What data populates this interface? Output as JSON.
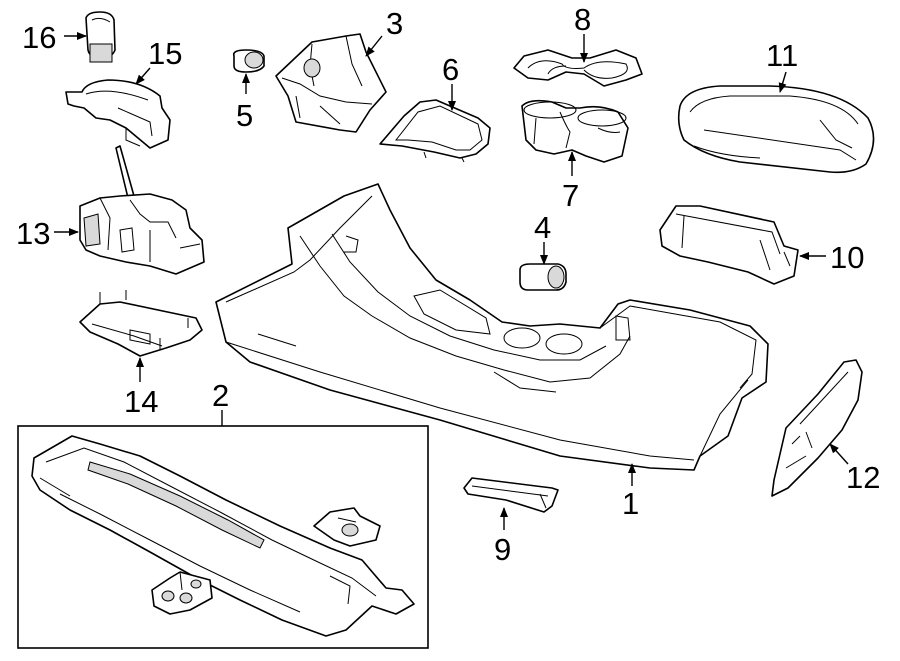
{
  "callouts": {
    "c1": "1",
    "c2": "2",
    "c3": "3",
    "c4": "4",
    "c5": "5",
    "c6": "6",
    "c7": "7",
    "c8": "8",
    "c9": "9",
    "c10": "10",
    "c11": "11",
    "c12": "12",
    "c13": "13",
    "c14": "14",
    "c15": "15",
    "c16": "16"
  },
  "colors": {
    "line": "#000000",
    "background": "#ffffff",
    "shade": "#d9d9d9"
  }
}
